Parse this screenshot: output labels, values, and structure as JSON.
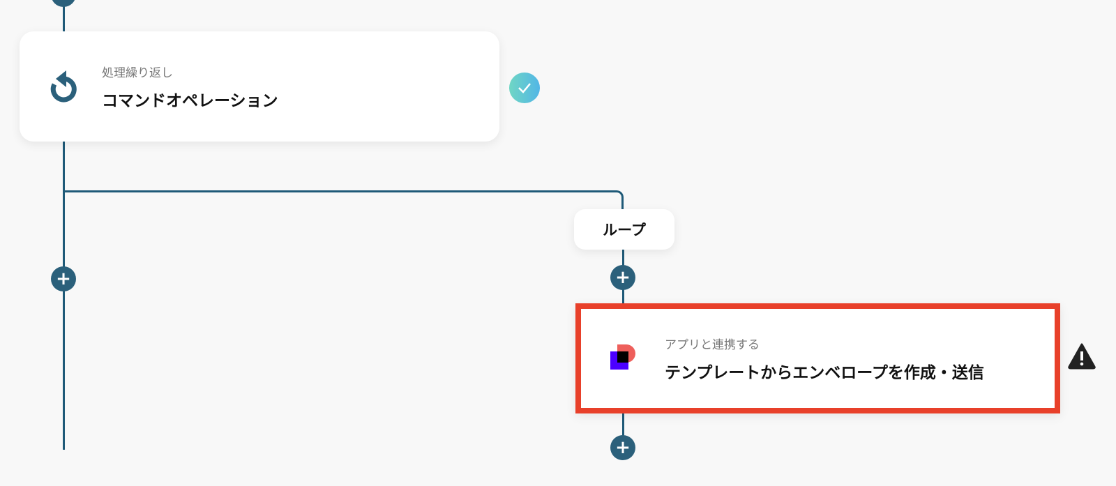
{
  "nodes": {
    "loop_node": {
      "category": "処理繰り返し",
      "title": "コマンドオペレーション",
      "icon": "loop-arrow-icon",
      "status": "completed"
    },
    "branch_label": "ループ",
    "app_node": {
      "category": "アプリと連携する",
      "title": "テンプレートからエンベロープを作成・送信",
      "icon": "docusign-logo-icon",
      "status": "warning"
    }
  },
  "colors": {
    "line": "#1f5a78",
    "highlight": "#e8402a",
    "check_start": "#6fd6c4",
    "check_end": "#52b6e6"
  }
}
